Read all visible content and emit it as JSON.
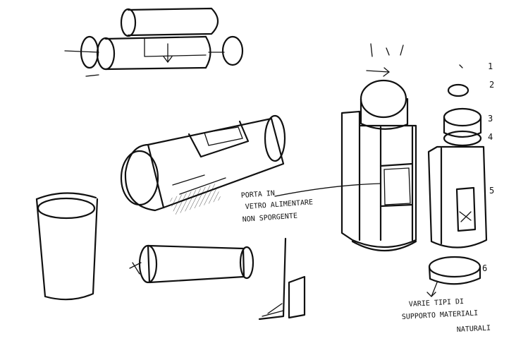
{
  "annotations": {
    "door_note": [
      "PORTA IN",
      "VETRO ALIMENTARE",
      "NON SPORGENTE"
    ],
    "supports_note": [
      "VARIE TIPI DI",
      "SUPPORTO MATERIALI",
      "NATURALI"
    ]
  },
  "part_numbers": [
    "1",
    "2",
    "3",
    "4",
    "5",
    "6"
  ]
}
